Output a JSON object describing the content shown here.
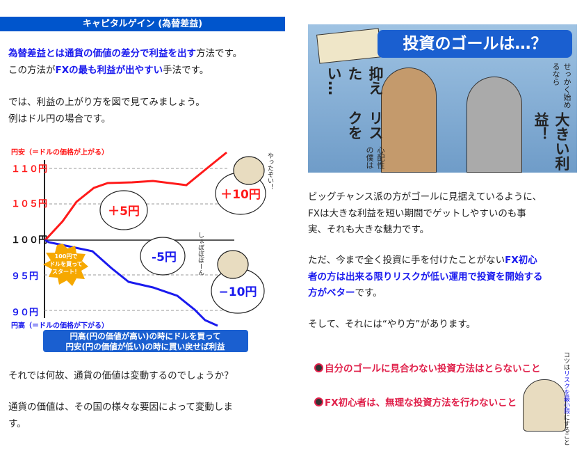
{
  "left": {
    "header": "キャピタルゲイン (為替差益)",
    "p1": {
      "b1": "為替差益とは通貨の価値の差分で利益を出す",
      "t1": "方法です。",
      "t2": "この方法が",
      "b2": "FXの最も利益が出やすい",
      "t3": "手法です。"
    },
    "p2": [
      "では、利益の上がり方を図で見てみましょう。",
      "例はドル円の場合です。"
    ],
    "figure": {
      "top_label": "円安（＝ドルの価格が上がる）",
      "bottom_label": "円高（＝ドルの価格が下がる）",
      "ticks": [
        "１１０円",
        "１０５円",
        "１００円",
        "９５円",
        "９０円"
      ],
      "start_burst": [
        "100円で",
        "ドルを買って",
        "スタート！"
      ],
      "bubbles": [
        "＋5円",
        "＋10円",
        "-5円",
        "−10円"
      ],
      "cat_up": "やったぞい！",
      "cat_down": "しょぼぼぼーん",
      "banner": [
        "円高(円の価値が高い)の時にドルを買って",
        "円安(円の価値が低い)の時に買い戻せば利益"
      ],
      "colors": {
        "up": "#ff1a1a",
        "down": "#1a1aee",
        "banner": "#1a5fd0",
        "burst": "#f6a800"
      }
    },
    "p3": "それでは何故、通貨の価値は変動するのでしょうか？",
    "p4": [
      "通貨の価値は、その国の様々な要因によって変動しま",
      "す。"
    ]
  },
  "right": {
    "banner_title": "投資のゴールは…？",
    "man_text": [
      "心配性の僕は",
      "リスクを",
      "抑えたい…"
    ],
    "woman_text": [
      "せっかく始めるなら",
      "大きい利益！"
    ],
    "p1": [
      "ビッグチャンス派の方がゴールに見据えているように、",
      "FXは大きな利益を短い期間でゲットしやすいのも事",
      "実、それも大きな魅力です。"
    ],
    "p2": {
      "t1": "ただ、今まで全く投資に手を付けたことがない",
      "b1": "FX初心",
      "b2": "者の方は出来る限りリスクが低い運用で投資を開始する",
      "b3": "方がベター",
      "t2": "です。"
    },
    "p3": "そして、それには“やり方”があります。",
    "rules": [
      "自分のゴールに見合わない投資方法はとらないこと",
      "FX初心者は、無理な投資方法を行わないこと"
    ],
    "cat_note": [
      "コツは",
      "リスクを",
      "最小限",
      "にすること"
    ],
    "colors": {
      "rule": "#e0204a",
      "accent": "#1a1aee"
    }
  }
}
